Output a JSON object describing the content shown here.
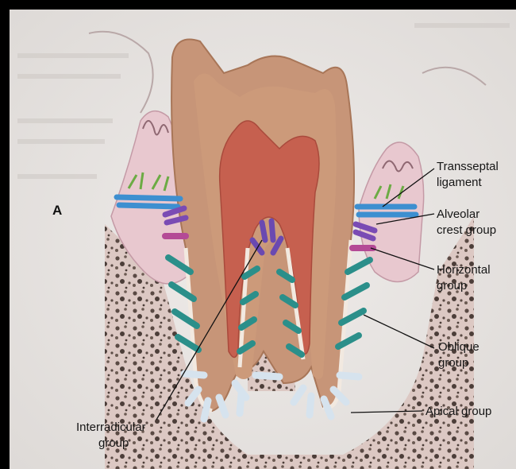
{
  "figure": {
    "panel_letter": "A",
    "labels": {
      "transseptal_line1": "Transseptal",
      "transseptal_line2": "ligament",
      "alveolar_line1": "Alveolar",
      "alveolar_line2": "crest group",
      "horizontal_line1": "Horizontal",
      "horizontal_line2": "group",
      "oblique_line1": "Oblique",
      "oblique_line2": "group",
      "apical": "Apical group",
      "interradicular_line1": "Interradicular",
      "interradicular_line2": "group"
    },
    "colors": {
      "background": "#e9e6e3",
      "gingiva": "#e6c3cc",
      "enamel": "#f3eef0",
      "dentin": "#b98563",
      "pulp": "#c9675a",
      "cementum": "#e2d6c8",
      "bone": "#d8c2bd",
      "transseptal_fibers": "#3d8fd0",
      "alveolar_crest_fibers": "#7a4bb4",
      "horizontal_fibers": "#b44a96",
      "oblique_fibers": "#2b8f8a",
      "apical_fibers": "#d6e3ee",
      "interradicular_fibers": "#6a49b1"
    }
  }
}
